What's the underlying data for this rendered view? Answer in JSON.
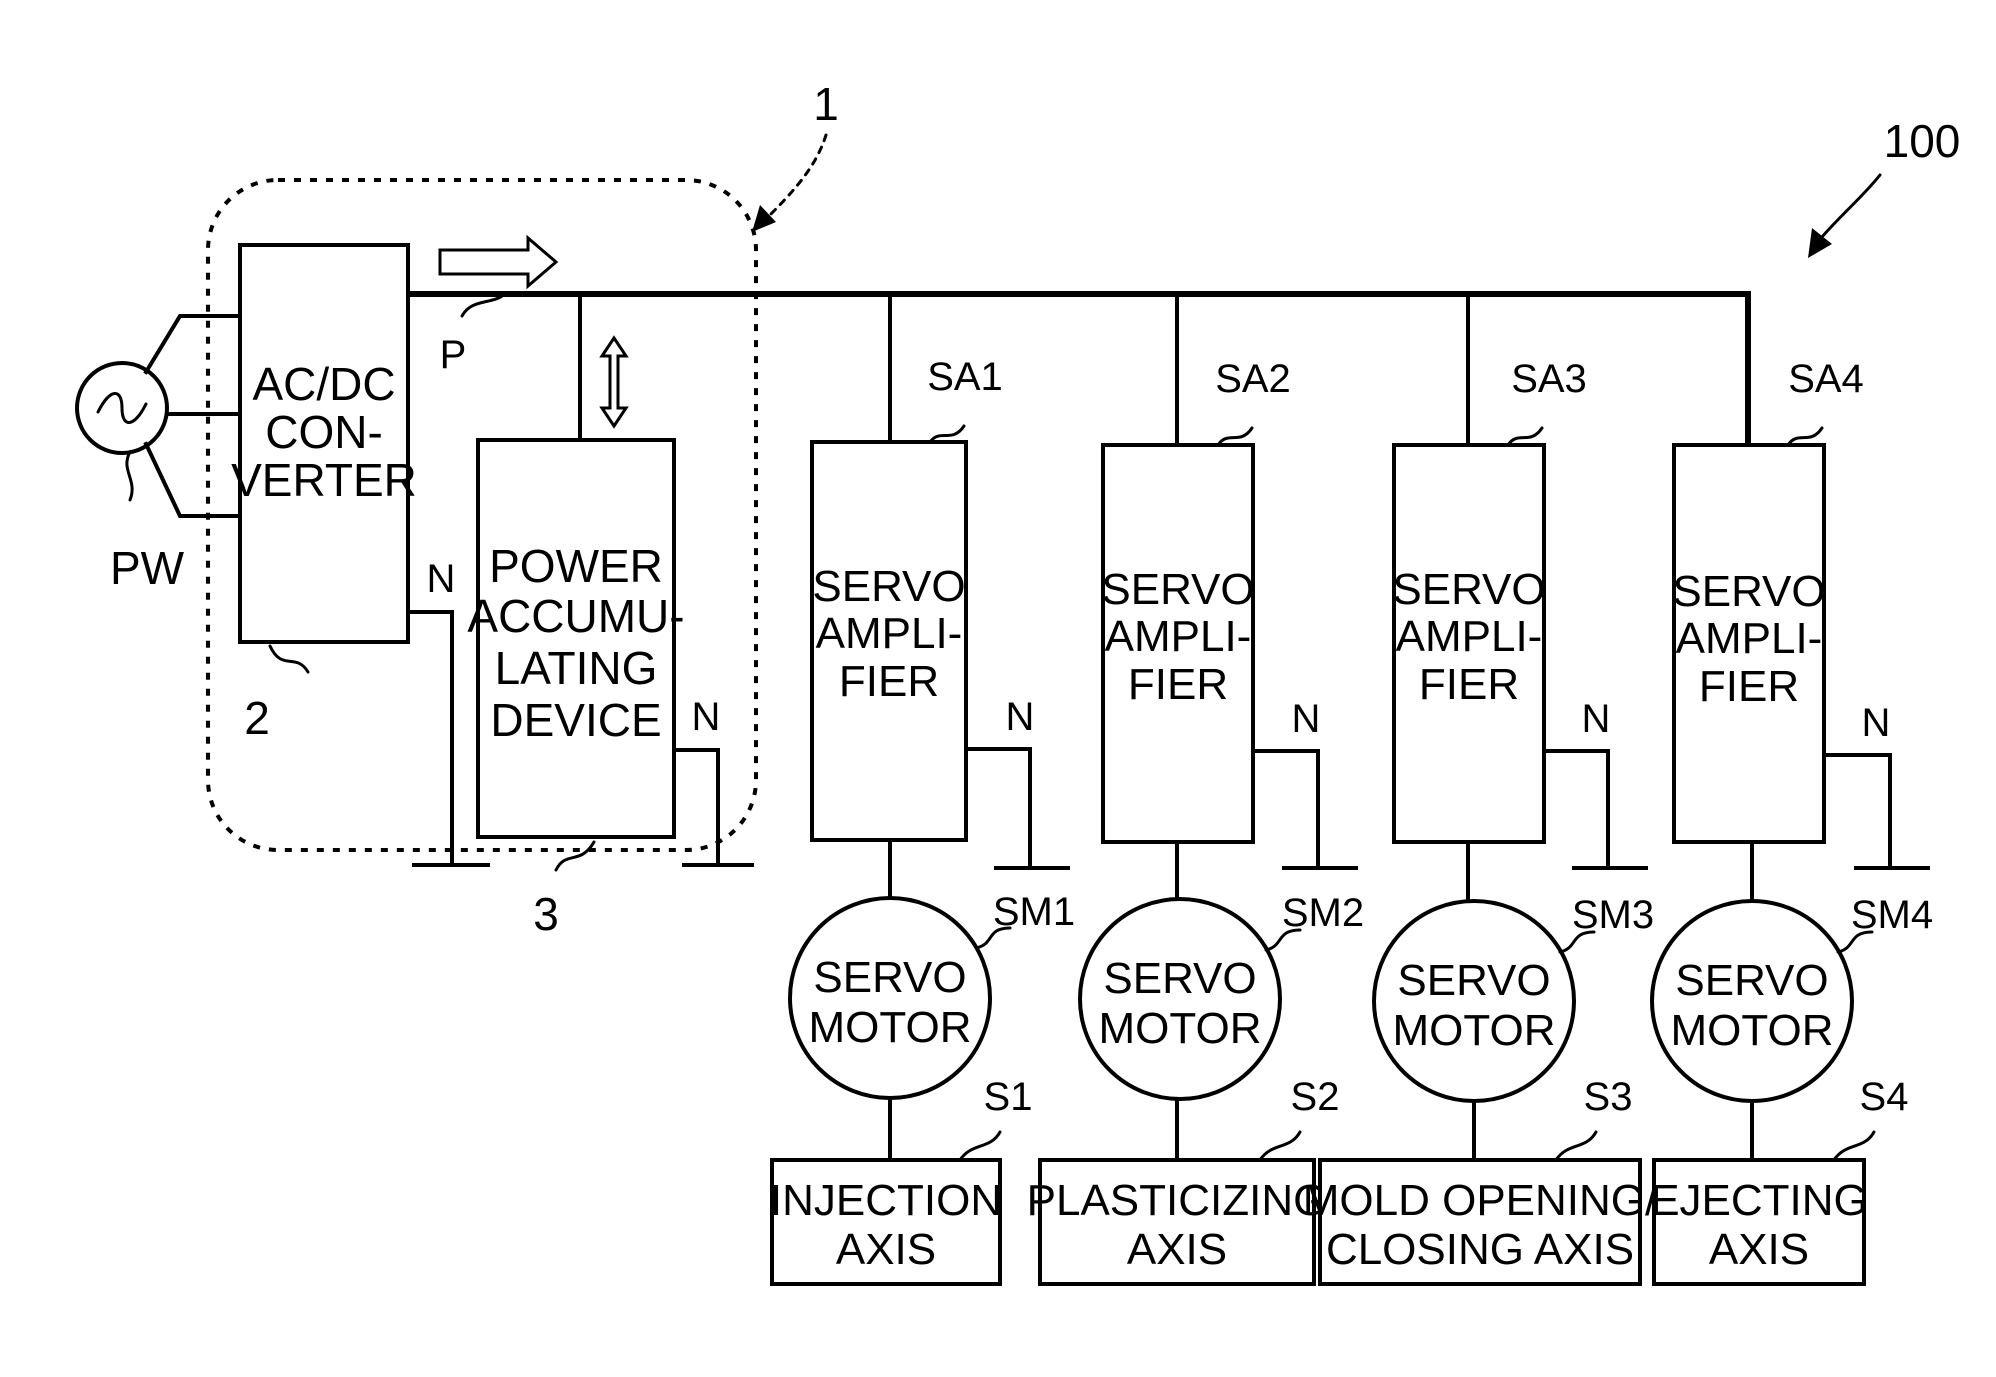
{
  "figure": {
    "system_ref": "100",
    "dotted_group_ref": "1",
    "power_flow_label": "P",
    "ac_source_label": "PW",
    "neutral_label": "N"
  },
  "converter": {
    "ref": "2",
    "lines": [
      "AC/DC",
      "CON-",
      "VERTER"
    ]
  },
  "accumulator": {
    "ref": "3",
    "lines": [
      "POWER",
      "ACCUMU-",
      "LATING",
      "DEVICE"
    ]
  },
  "axes": [
    {
      "amp_ref": "SA1",
      "amp_lines": [
        "SERVO",
        "AMPLI-",
        "FIER"
      ],
      "motor_ref": "SM1",
      "motor_lines": [
        "SERVO",
        "MOTOR"
      ],
      "axis_ref": "S1",
      "axis_lines": [
        "INJECTION",
        "AXIS"
      ]
    },
    {
      "amp_ref": "SA2",
      "amp_lines": [
        "SERVO",
        "AMPLI-",
        "FIER"
      ],
      "motor_ref": "SM2",
      "motor_lines": [
        "SERVO",
        "MOTOR"
      ],
      "axis_ref": "S2",
      "axis_lines": [
        "PLASTICIZING",
        "AXIS"
      ]
    },
    {
      "amp_ref": "SA3",
      "amp_lines": [
        "SERVO",
        "AMPLI-",
        "FIER"
      ],
      "motor_ref": "SM3",
      "motor_lines": [
        "SERVO",
        "MOTOR"
      ],
      "axis_ref": "S3",
      "axis_lines": [
        "MOLD OPENING/",
        "CLOSING AXIS"
      ]
    },
    {
      "amp_ref": "SA4",
      "amp_lines": [
        "SERVO",
        "AMPLI-",
        "FIER"
      ],
      "motor_ref": "SM4",
      "motor_lines": [
        "SERVO",
        "MOTOR"
      ],
      "axis_ref": "S4",
      "axis_lines": [
        "EJECTING",
        "AXIS"
      ]
    }
  ]
}
